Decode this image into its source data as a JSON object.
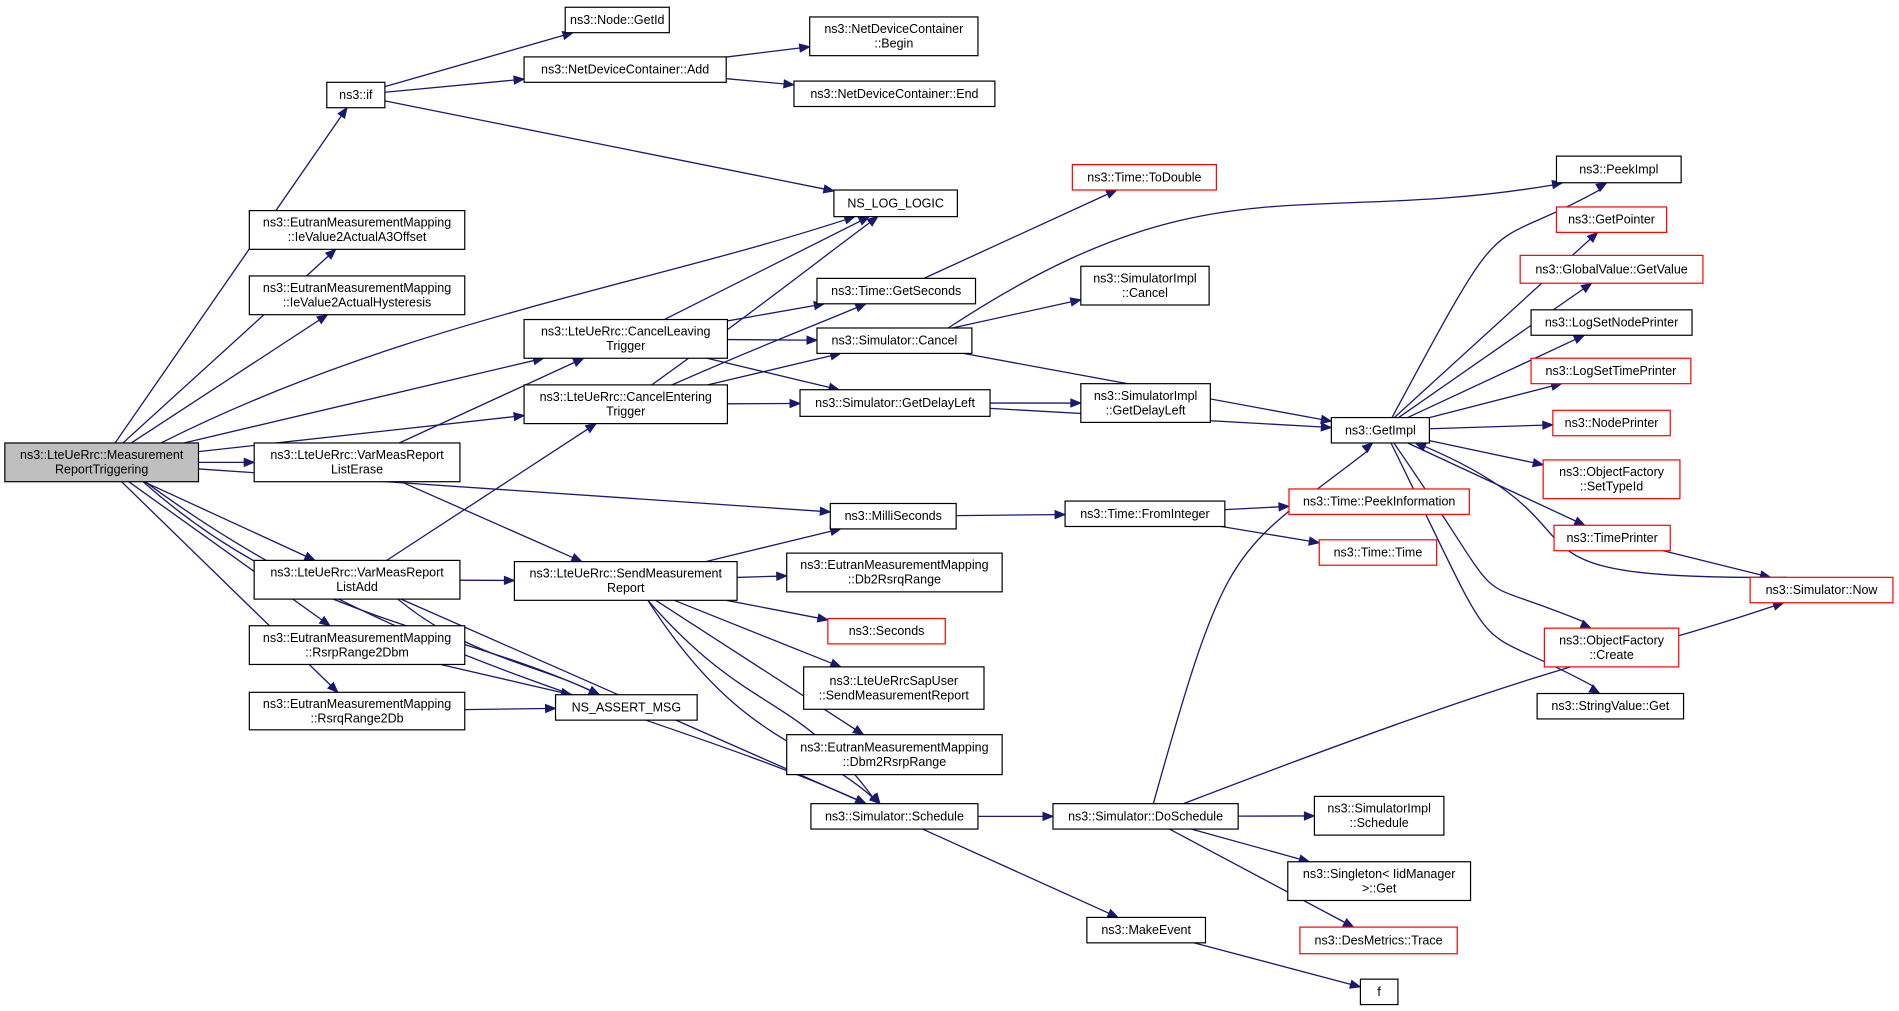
{
  "colors": {
    "edge": "#191970",
    "node_border": "#000000",
    "truncated_border": "#ff0000",
    "root_fill": "#bfbfbf",
    "background": "#ffffff"
  },
  "nodes": [
    {
      "id": "root",
      "lines": [
        "ns3::LteUeRrc::Measurement",
        "ReportTriggering"
      ],
      "style": "root"
    },
    {
      "id": "if",
      "lines": [
        "ns3::if"
      ]
    },
    {
      "id": "ieA3",
      "lines": [
        "ns3::EutranMeasurementMapping",
        "::IeValue2ActualA3Offset"
      ]
    },
    {
      "id": "ieHyst",
      "lines": [
        "ns3::EutranMeasurementMapping",
        "::IeValue2ActualHysteresis"
      ]
    },
    {
      "id": "cancelLeaving",
      "lines": [
        "ns3::LteUeRrc::CancelLeaving",
        "Trigger"
      ]
    },
    {
      "id": "cancelEntering",
      "lines": [
        "ns3::LteUeRrc::CancelEntering",
        "Trigger"
      ]
    },
    {
      "id": "varErase",
      "lines": [
        "ns3::LteUeRrc::VarMeasReport",
        "ListErase"
      ]
    },
    {
      "id": "varAdd",
      "lines": [
        "ns3::LteUeRrc::VarMeasReport",
        "ListAdd"
      ]
    },
    {
      "id": "rsrp2dbm",
      "lines": [
        "ns3::EutranMeasurementMapping",
        "::RsrpRange2Dbm"
      ]
    },
    {
      "id": "rsrq2db",
      "lines": [
        "ns3::EutranMeasurementMapping",
        "::RsrqRange2Db"
      ]
    },
    {
      "id": "nodeGetId",
      "lines": [
        "ns3::Node::GetId"
      ]
    },
    {
      "id": "ndcAdd",
      "lines": [
        "ns3::NetDeviceContainer::Add"
      ]
    },
    {
      "id": "ndcBegin",
      "lines": [
        "ns3::NetDeviceContainer",
        "::Begin"
      ]
    },
    {
      "id": "ndcEnd",
      "lines": [
        "ns3::NetDeviceContainer::End"
      ]
    },
    {
      "id": "nsLogLogic",
      "lines": [
        "NS_LOG_LOGIC"
      ]
    },
    {
      "id": "timeToDouble",
      "lines": [
        "ns3::Time::ToDouble"
      ],
      "style": "trunc"
    },
    {
      "id": "timeGetSeconds",
      "lines": [
        "ns3::Time::GetSeconds"
      ]
    },
    {
      "id": "simCancel",
      "lines": [
        "ns3::Simulator::Cancel"
      ]
    },
    {
      "id": "simImplCancel",
      "lines": [
        "ns3::SimulatorImpl",
        "::Cancel"
      ]
    },
    {
      "id": "simGetDelayLeft",
      "lines": [
        "ns3::Simulator::GetDelayLeft"
      ]
    },
    {
      "id": "simImplGetDelayLeft",
      "lines": [
        "ns3::SimulatorImpl",
        "::GetDelayLeft"
      ]
    },
    {
      "id": "milliSeconds",
      "lines": [
        "ns3::MilliSeconds"
      ]
    },
    {
      "id": "sendMeas",
      "lines": [
        "ns3::LteUeRrc::SendMeasurement",
        "Report"
      ]
    },
    {
      "id": "db2rsrq",
      "lines": [
        "ns3::EutranMeasurementMapping",
        "::Db2RsrqRange"
      ]
    },
    {
      "id": "seconds",
      "lines": [
        "ns3::Seconds"
      ],
      "style": "trunc"
    },
    {
      "id": "sapUser",
      "lines": [
        "ns3::LteUeRrcSapUser",
        "::SendMeasurementReport"
      ]
    },
    {
      "id": "dbm2rsrp",
      "lines": [
        "ns3::EutranMeasurementMapping",
        "::Dbm2RsrpRange"
      ]
    },
    {
      "id": "nsAssert",
      "lines": [
        "NS_ASSERT_MSG"
      ]
    },
    {
      "id": "simSchedule",
      "lines": [
        "ns3::Simulator::Schedule"
      ]
    },
    {
      "id": "timeFromInteger",
      "lines": [
        "ns3::Time::FromInteger"
      ]
    },
    {
      "id": "peekInfo",
      "lines": [
        "ns3::Time::PeekInformation"
      ],
      "style": "trunc"
    },
    {
      "id": "timeTime",
      "lines": [
        "ns3::Time::Time"
      ],
      "style": "trunc"
    },
    {
      "id": "getImpl",
      "lines": [
        "ns3::GetImpl"
      ]
    },
    {
      "id": "simDoSchedule",
      "lines": [
        "ns3::Simulator::DoSchedule"
      ]
    },
    {
      "id": "simImplSchedule",
      "lines": [
        "ns3::SimulatorImpl",
        "::Schedule"
      ]
    },
    {
      "id": "singleton",
      "lines": [
        "ns3::Singleton< IidManager",
        ">::Get"
      ]
    },
    {
      "id": "desTrace",
      "lines": [
        "ns3::DesMetrics::Trace"
      ],
      "style": "trunc"
    },
    {
      "id": "makeEvent",
      "lines": [
        "ns3::MakeEvent"
      ]
    },
    {
      "id": "f",
      "lines": [
        "f"
      ]
    },
    {
      "id": "peekImpl",
      "lines": [
        "ns3::PeekImpl"
      ]
    },
    {
      "id": "getPointer",
      "lines": [
        "ns3::GetPointer"
      ],
      "style": "trunc"
    },
    {
      "id": "globalValue",
      "lines": [
        "ns3::GlobalValue::GetValue"
      ],
      "style": "trunc"
    },
    {
      "id": "logSetNode",
      "lines": [
        "ns3::LogSetNodePrinter"
      ]
    },
    {
      "id": "logSetTime",
      "lines": [
        "ns3::LogSetTimePrinter"
      ],
      "style": "trunc"
    },
    {
      "id": "nodePrinter",
      "lines": [
        "ns3::NodePrinter"
      ],
      "style": "trunc"
    },
    {
      "id": "ofSetTypeId",
      "lines": [
        "ns3::ObjectFactory",
        "::SetTypeId"
      ],
      "style": "trunc"
    },
    {
      "id": "timePrinter",
      "lines": [
        "ns3::TimePrinter"
      ],
      "style": "trunc"
    },
    {
      "id": "simNow",
      "lines": [
        "ns3::Simulator::Now"
      ],
      "style": "trunc"
    },
    {
      "id": "ofCreate",
      "lines": [
        "ns3::ObjectFactory",
        "::Create"
      ],
      "style": "trunc"
    },
    {
      "id": "strValueGet",
      "lines": [
        "ns3::StringValue::Get"
      ]
    }
  ]
}
